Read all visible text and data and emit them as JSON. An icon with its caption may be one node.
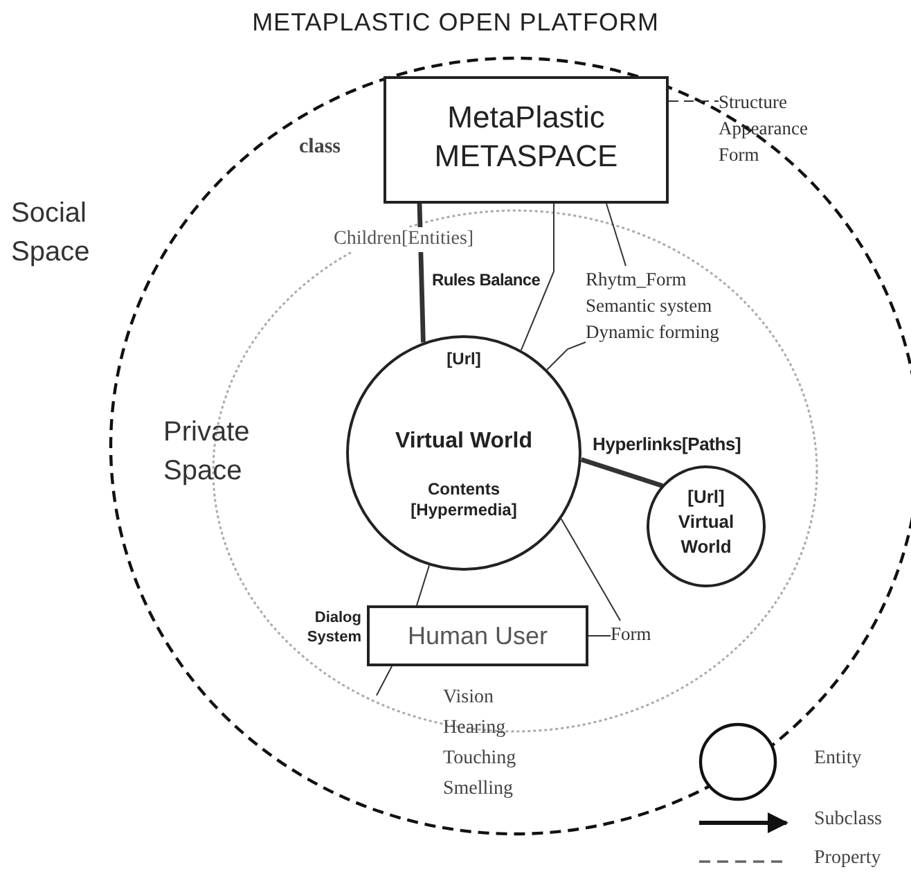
{
  "diagram": {
    "title": "METAPLASTIC OPEN PLATFORM",
    "nodes": [
      {
        "text": [
          "MetaPlastic METASPACE"
        ]
      },
      {
        "text": [
          "Structure Appearance Form"
        ]
      },
      {
        "text": [
          "Rhytm_Form Semantic system Dynamic forming"
        ]
      },
      {
        "text": [
          "[Url]",
          "Virtual World",
          "Contents [Hypermedia]"
        ]
      },
      {
        "text": [
          "[Url] Virtual World"
        ]
      },
      {
        "text": [
          "Human User"
        ],
        "beside": [
          "Dialog System"
        ]
      },
      {
        "text": [
          "Form"
        ]
      }
    ],
    "edges": [
      {
        "from": 0,
        "to": 3,
        "arrow": "none",
        "label": "Children[Entities]",
        "style": "thick"
      },
      {
        "from": 0,
        "to": 3,
        "arrow": "none",
        "label": "Rules Balance"
      },
      {
        "from": 0,
        "to": 2,
        "arrow": "none"
      },
      {
        "from": 3,
        "to": 2,
        "arrow": "none"
      },
      {
        "from": 0,
        "to": 1,
        "arrow": "none",
        "style": "dashed"
      },
      {
        "from": 3,
        "to": 4,
        "arrow": "none",
        "label": "Hyperlinks[Paths]",
        "style": "thick"
      },
      {
        "from": 3,
        "to": 6,
        "arrow": "none"
      },
      {
        "from": 5,
        "to": 6,
        "arrow": "none"
      },
      {
        "from": 3,
        "to": 5,
        "arrow": "none"
      },
      {
        "from": 5,
        "to": null,
        "arrow": "none"
      }
    ],
    "labels": [
      "class",
      "Social Space",
      "Private Space",
      "Vision Hearing Touching Smelling"
    ],
    "legend": [
      {
        "text": "Entity"
      },
      {
        "text": "Subclass"
      },
      {
        "text": "Property"
      }
    ]
  }
}
